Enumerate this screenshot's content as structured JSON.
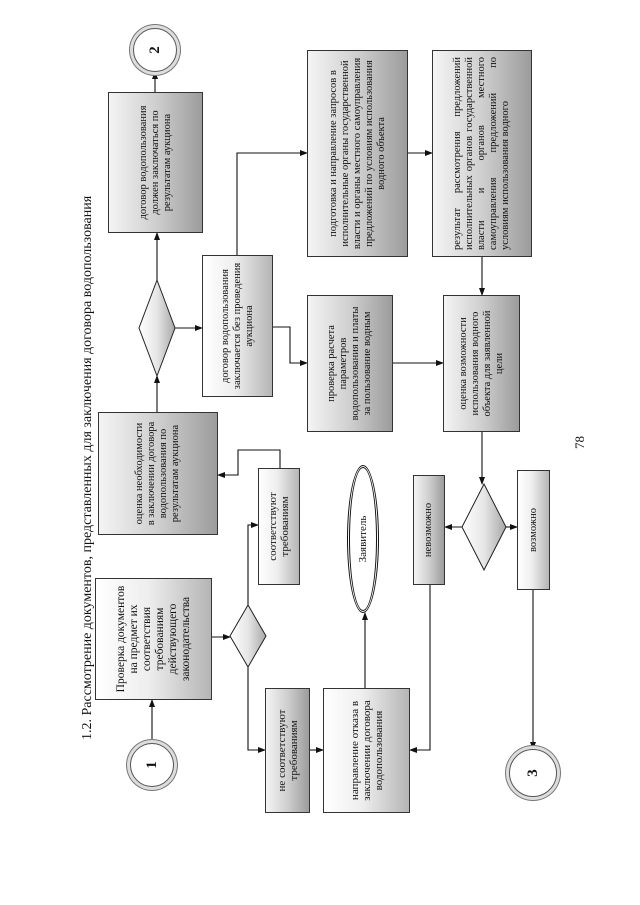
{
  "title": "1.2. Рассмотрение документов, представленных для заключения договора водопользования",
  "page_number": "78",
  "connectors": {
    "start": "1",
    "auction": "2",
    "possible_end": "3"
  },
  "nodes": {
    "check_docs": "Проверка документов на предмет их соответствия требованиям действующего законодательства",
    "not_match": "не соответствуют требованиям",
    "match": "соответствуют требованиям",
    "refusal": "направление отказа в заключении договора водопользования",
    "applicant": "Заявитель",
    "need_eval": "оценка необходимости в заключении договора водопользования по результатам аукциона",
    "auction": "договор водопользования должен заключаться по результатам аукциона",
    "no_auction": "договор водопользования заключается без проведения аукциона",
    "prepare": "подготовка и направление запросов в исполнительные органы государственной власти и органы местного самоуправления предложений по условиям использования водного объекта",
    "result": "результат рассмотрения предложений исполнительных органов государственной власти и органов местного самоуправления предложений по условиям использования водного",
    "calc_check": "проверка расчета параметров водопользования и платы за пользование водным",
    "possibility": "оценка возможности использования водного объекта для заявленной цели",
    "impossible": "невозможно",
    "possible": "возможно"
  }
}
